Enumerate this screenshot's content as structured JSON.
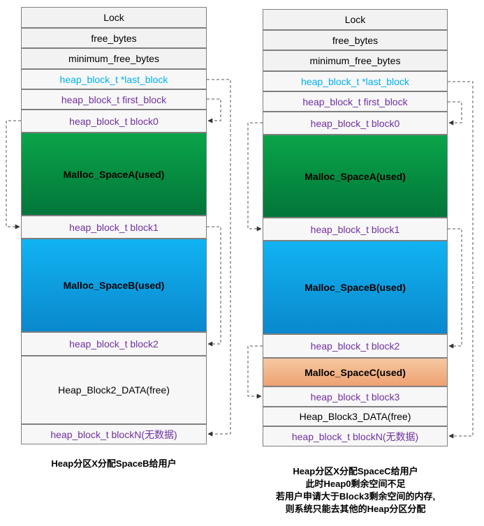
{
  "left": {
    "rows": [
      "Lock",
      "free_bytes",
      "minimum_free_bytes",
      "heap_block_t *last_block",
      "heap_block_t  first_block",
      "heap_block_t  block0",
      "Malloc_SpaceA(used)",
      "heap_block_t  block1",
      "Malloc_SpaceB(used)",
      "heap_block_t  block2",
      "Heap_Block2_DATA(free)",
      "heap_block_t  blockN(无数据)"
    ],
    "caption": [
      "Heap分区X分配SpaceB给用户"
    ]
  },
  "right": {
    "rows": [
      "Lock",
      "free_bytes",
      "minimum_free_bytes",
      "heap_block_t *last_block",
      "heap_block_t  first_block",
      "heap_block_t  block0",
      "Malloc_SpaceA(used)",
      "heap_block_t  block1",
      "Malloc_SpaceB(used)",
      "heap_block_t  block2",
      "Malloc_SpaceC(used)",
      "heap_block_t  block3",
      "Heap_Block3_DATA(free)",
      "heap_block_t  blockN(无数据)"
    ],
    "caption": [
      "Heap分区X分配SpaceC给用户",
      "此时Heap0剩余空间不足",
      "若用户申请大于Block3剩余空间的内存,",
      "则系统只能去其他的Heap分区分配"
    ]
  },
  "colors": {
    "last_block_text": "#00b0f0",
    "block_text": "#7030a0",
    "used_a": "#0aa449",
    "used_b": "#11b3f2",
    "used_c": "#f6c8a2"
  }
}
